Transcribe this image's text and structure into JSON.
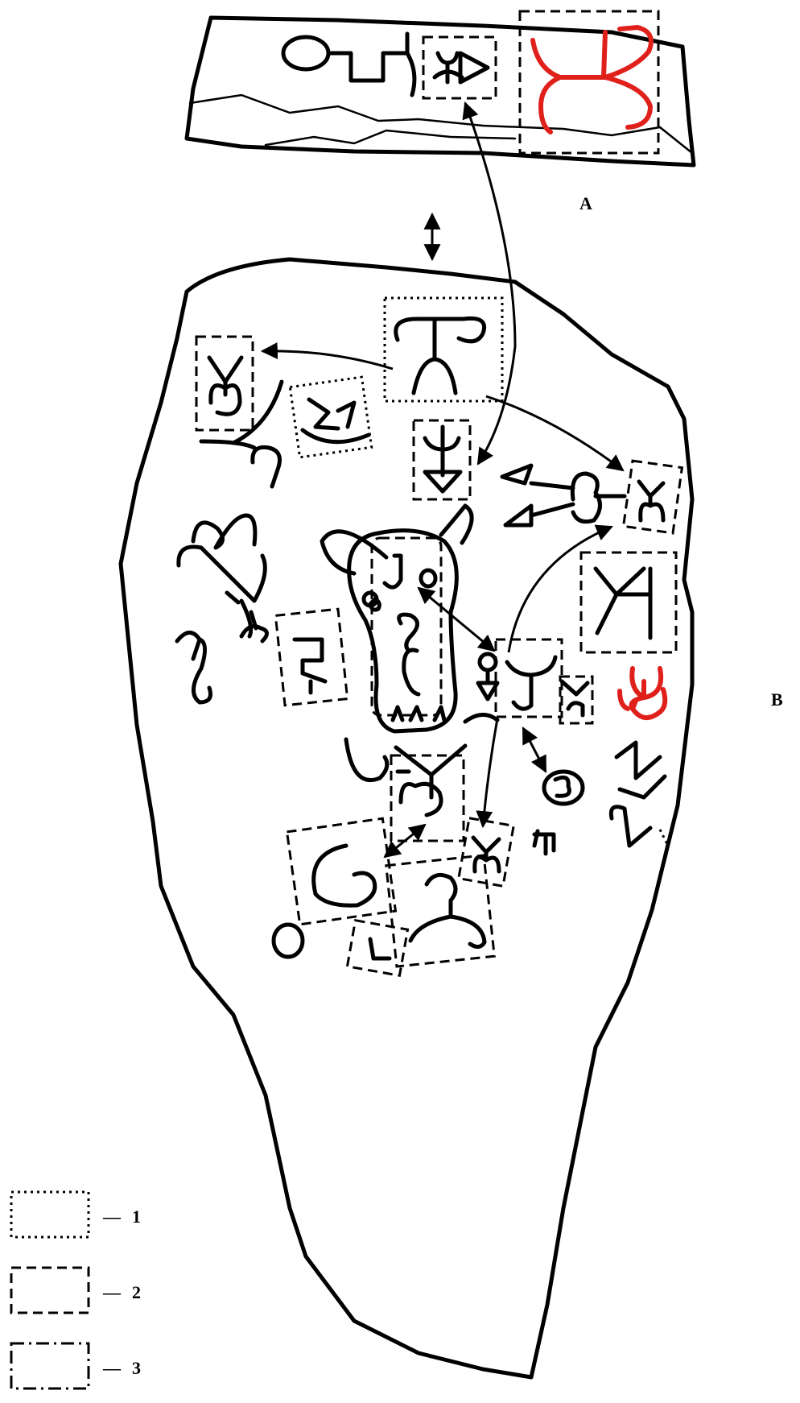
{
  "panels": {
    "a": "A",
    "b": "B"
  },
  "legend": [
    {
      "number": "1",
      "line_style": "dotted"
    },
    {
      "number": "2",
      "line_style": "dashed"
    },
    {
      "number": "3",
      "line_style": "dash-dot"
    }
  ],
  "legend_separator": "—",
  "colors": {
    "ink": "#000000",
    "highlight_sign": "#e0201a",
    "background": "#ffffff"
  }
}
